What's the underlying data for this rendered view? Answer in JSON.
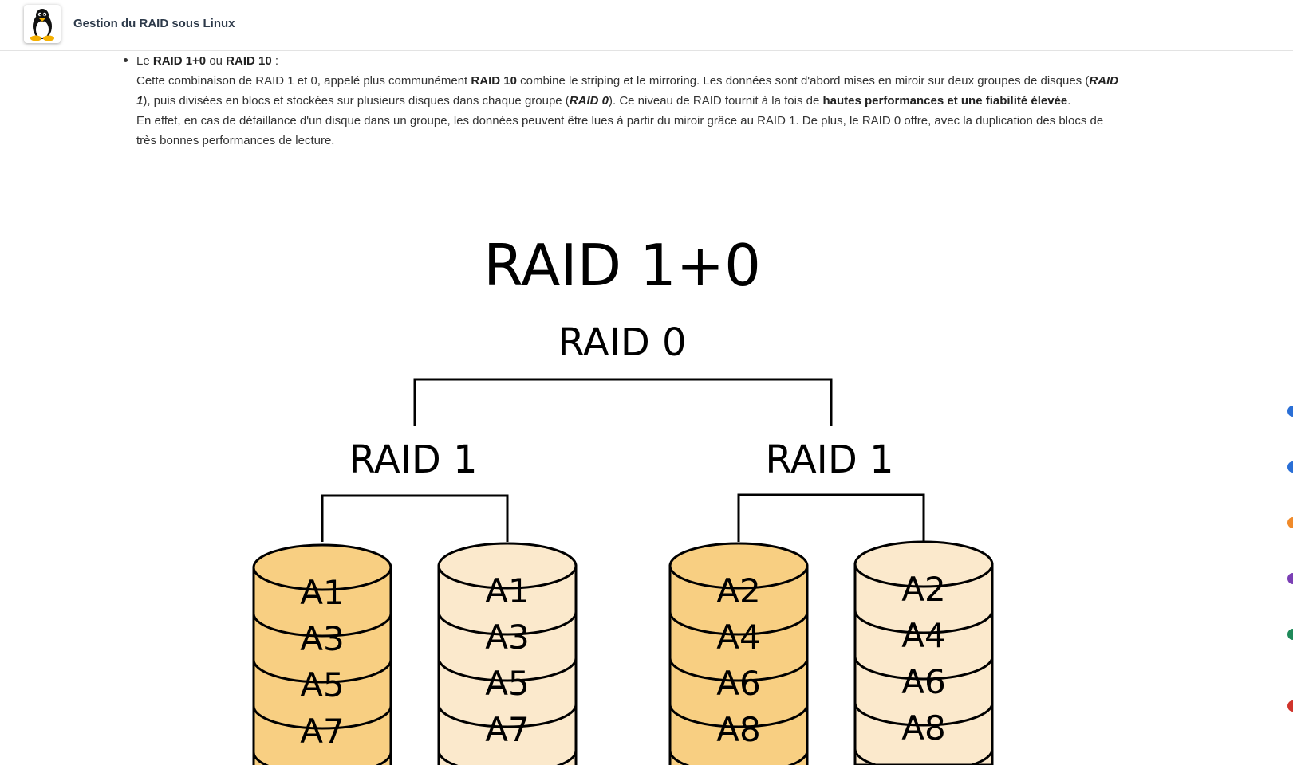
{
  "header": {
    "site_title": "Gestion du RAID sous Linux",
    "logo_icon": "tux-penguin-icon"
  },
  "article": {
    "li_le": "Le",
    "li_raid10plus": "RAID 1+0",
    "li_ou": "ou",
    "li_raid10": "RAID 10",
    "li_colon": ":",
    "p1_a": "Cette combinaison de RAID 1 et 0, appelé plus communément",
    "p1_b": "RAID 10",
    "p1_c": "combine le striping et le mirroring. Les données sont d'abord mises en miroir sur deux groupes de disques (",
    "p1_d": "RAID 1",
    "p1_e": "), puis divisées en blocs et stockées sur plusieurs disques dans chaque groupe (",
    "p1_f": "RAID 0",
    "p1_g": "). Ce niveau de RAID fournit à la fois de",
    "p1_h": "hautes performances et une fiabilité élevée",
    "p1_i": ".",
    "p2": "En effet, en cas de défaillance d'un disque dans un groupe, les données peuvent être lues à partir du miroir grâce au RAID 1. De plus, le RAID 0 offre, avec la duplication des blocs de très bonnes performances de lecture."
  },
  "diagram": {
    "title": "RAID 1+0",
    "top_label": "RAID 0",
    "group_label_left": "RAID 1",
    "group_label_right": "RAID 1",
    "disk1": [
      "A1",
      "A3",
      "A5",
      "A7"
    ],
    "disk2": [
      "A1",
      "A3",
      "A5",
      "A7"
    ],
    "disk3": [
      "A2",
      "A4",
      "A6",
      "A8"
    ],
    "disk4": [
      "A2",
      "A4",
      "A6",
      "A8"
    ],
    "colors": {
      "dark": "#f8cf82",
      "light": "#fbe9cc",
      "stroke": "#000000"
    }
  },
  "side_dots": [
    "#2a6fd6",
    "#2a6fd6",
    "#f08a2a",
    "#7b3fb5",
    "#1f8a5a",
    "#d0342c"
  ]
}
